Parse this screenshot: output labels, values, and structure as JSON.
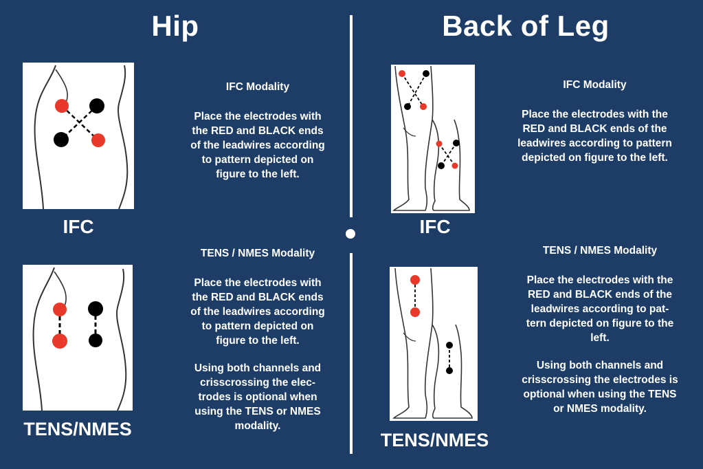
{
  "headings": {
    "hip": "Hip",
    "back_of_leg": "Back of Leg"
  },
  "labels": {
    "hip_ifc": "IFC",
    "hip_tens": "TENS/NMES",
    "leg_ifc": "IFC",
    "leg_tens": "TENS/NMES"
  },
  "hip_ifc_text": {
    "heading": "IFC Modality",
    "body": [
      "Place the electrodes with",
      "the RED and BLACK ends",
      "of the leadwires according",
      "to pattern depicted on",
      "figure to the left."
    ]
  },
  "hip_tens_text": {
    "heading": "TENS / NMES Modality",
    "body": [
      "Place the electrodes with",
      "the RED and BLACK ends",
      "of the leadwires according",
      "to pattern depicted on",
      "figure to the left."
    ],
    "note": [
      "Using both channels and",
      "crisscrossing the elec-",
      "trodes is optional when",
      "using the TENS or NMES",
      "modality."
    ]
  },
  "leg_ifc_text": {
    "heading": "IFC Modality",
    "body": [
      "Place the electrodes with the",
      "RED and BLACK ends of the",
      "leadwires according to pattern",
      "depicted on figure to the left."
    ]
  },
  "leg_tens_text": {
    "heading": "TENS / NMES Modality",
    "body": [
      "Place the electrodes with the",
      "RED and BLACK ends of the",
      "leadwires according to pat-",
      "tern depicted on figure to the",
      "left."
    ],
    "note": [
      "Using both channels and",
      "crisscrossing the electrodes is",
      "optional when using the TENS",
      "or NMES modality."
    ]
  },
  "colors": {
    "background": "#1d3d67",
    "red_electrode": "#e8392b",
    "black_electrode": "#000000"
  }
}
